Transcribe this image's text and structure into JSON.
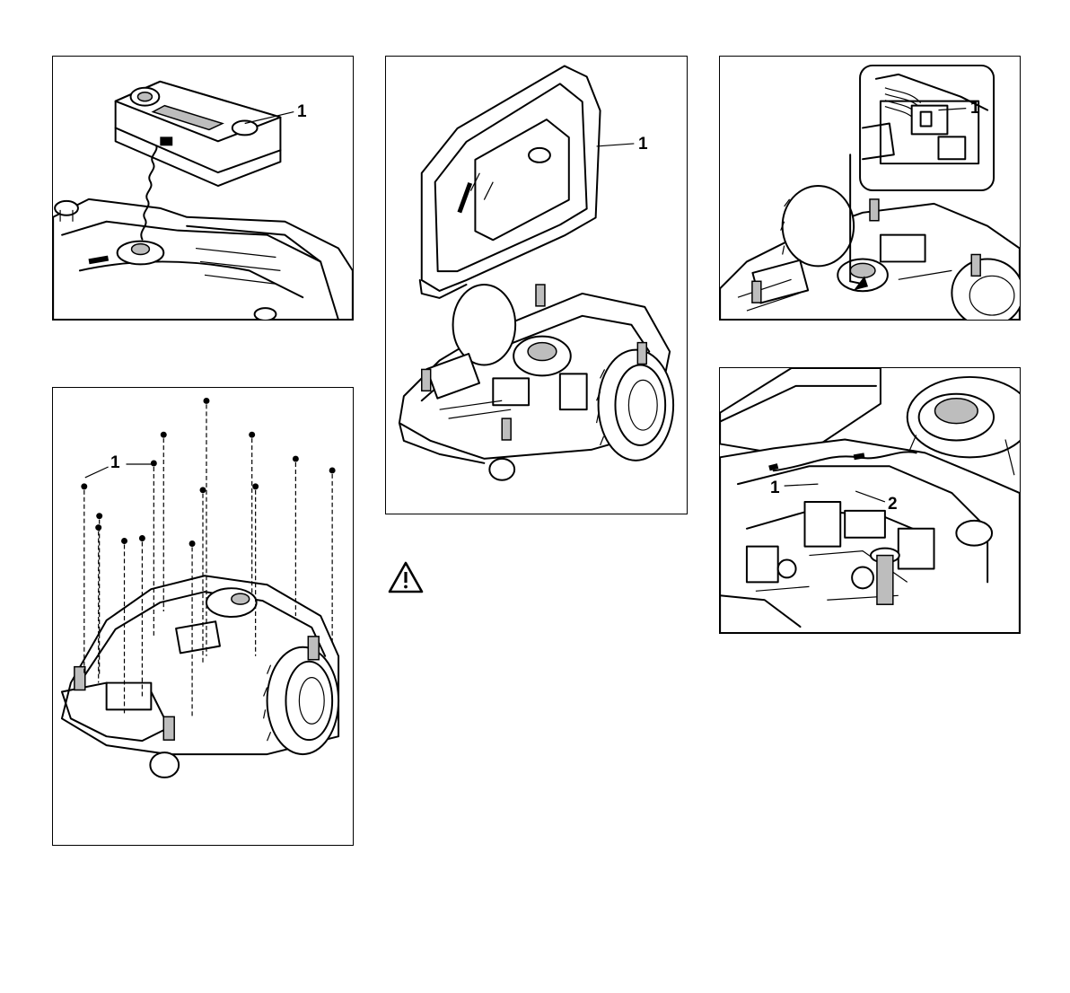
{
  "figures": {
    "fig_display_removal": {
      "callouts": [
        "1"
      ]
    },
    "fig_housing_lifted": {
      "callouts": [
        "1"
      ]
    },
    "fig_connector_detail": {
      "callouts": [
        "1"
      ]
    },
    "fig_screws_removal": {
      "callouts": [
        "1"
      ]
    },
    "fig_board_connectors": {
      "callouts": [
        "1",
        "2"
      ]
    }
  },
  "warning": {
    "icon": "warning-triangle-icon",
    "color": "#000000"
  }
}
